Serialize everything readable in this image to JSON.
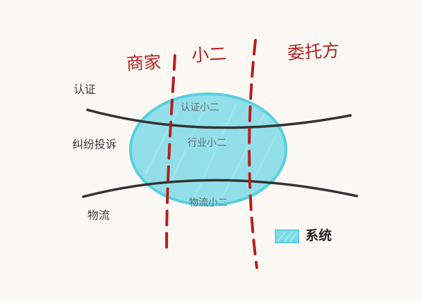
{
  "columns": [
    "商家",
    "小二",
    "委托方"
  ],
  "rows": [
    "认证",
    "纠纷投诉",
    "物流"
  ],
  "zones": [
    "认证小二",
    "行业小二",
    "物流小二"
  ],
  "legend": {
    "label": "系统",
    "swatch_color": "#7fdbe6"
  },
  "colors": {
    "column_text": "#b51f1f",
    "divider_dash": "#b51f1f",
    "row_line": "#333333",
    "system_fill": "#7fdbe6",
    "background": "#fcf8f3"
  }
}
